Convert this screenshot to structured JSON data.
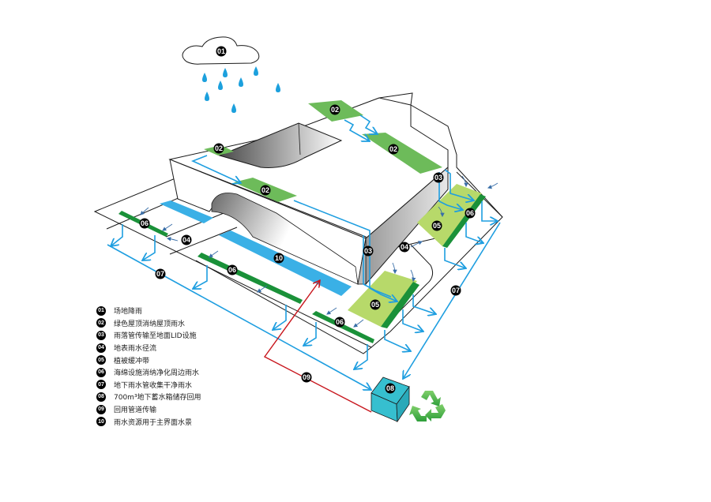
{
  "colors": {
    "green_roof": "#6dbb5a",
    "vegetation_buffer": "#b7d96a",
    "sponge_strip": "#1a9139",
    "water_feature": "#3ab0e6",
    "pipe_blue": "#1e9ee0",
    "reuse_pipe_red": "#c8161d",
    "tank_cyan": "#36bfcf",
    "recycle_green": "#4cb64a"
  },
  "diagram": {
    "cloud_badge": "01",
    "roof_badges": [
      "02",
      "02",
      "02",
      "02"
    ],
    "downpipe_badges": [
      "03",
      "03"
    ],
    "runoff_badges": [
      "04",
      "04"
    ],
    "buffer_badges": [
      "05",
      "05"
    ],
    "sponge_badges": [
      "06",
      "06",
      "06",
      "06"
    ],
    "collector_badges": [
      "07",
      "07"
    ],
    "tank_badge": "08",
    "reuse_pipe_badge": "09",
    "water_feature_badge": "10",
    "icons": {
      "cloud": "cloud-icon",
      "rain": "raindrop-icon",
      "recycle": "recycle-icon"
    }
  },
  "legend": [
    {
      "num": "01",
      "label": "场地降雨"
    },
    {
      "num": "02",
      "label": "绿色屋顶消纳屋顶雨水"
    },
    {
      "num": "03",
      "label": "雨落管传输至地面LID设施"
    },
    {
      "num": "04",
      "label": "地表雨水径流"
    },
    {
      "num": "05",
      "label": "植被缓冲带"
    },
    {
      "num": "06",
      "label": "海绵设施消纳净化周边雨水"
    },
    {
      "num": "07",
      "label": "地下雨水管收集干净雨水"
    },
    {
      "num": "08",
      "label": "700m³地下蓄水箱储存回用"
    },
    {
      "num": "09",
      "label": "回用管道传输"
    },
    {
      "num": "10",
      "label": "雨水资源用于主界面水景"
    }
  ]
}
